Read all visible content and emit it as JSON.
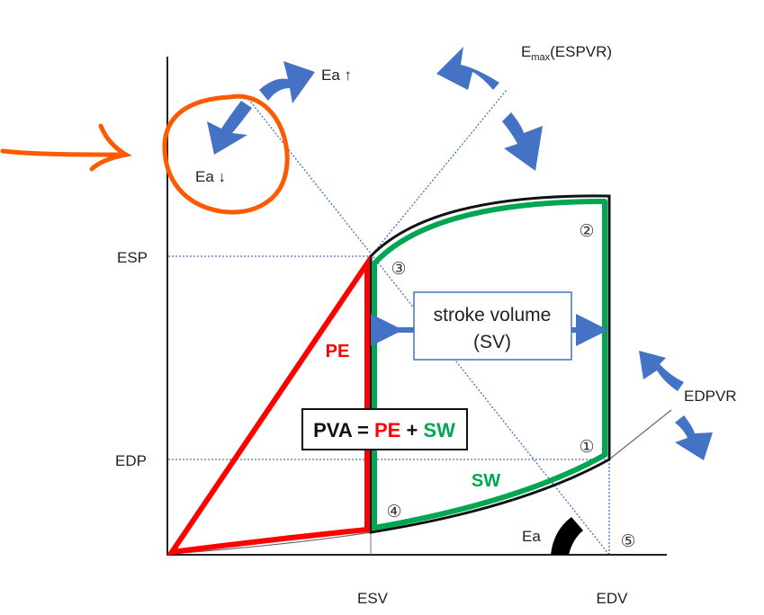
{
  "colors": {
    "loop": "#00a651",
    "pe": "#ff0000",
    "guide": "#4472c4",
    "arrow": "#4472c4",
    "annotation": "#ff5a00",
    "axis": "#222222"
  },
  "labels": {
    "esp": "ESP",
    "edp": "EDP",
    "esv": "ESV",
    "edv": "EDV",
    "ea_up": "Ea ↑",
    "ea_down": "Ea ↓",
    "ea": "Ea",
    "emax_main": "E",
    "emax_sub": "max",
    "emax_rest": "(ESPVR)",
    "edpvr": "EDPVR",
    "pe": "PE",
    "sw": "SW",
    "sv_line1": "stroke volume",
    "sv_line2": "(SV)",
    "pva_prefix": "PVA = ",
    "pva_pe": "PE",
    "pva_plus": " + ",
    "pva_sw": "SW",
    "n1": "①",
    "n2": "②",
    "n3": "③",
    "n4": "④",
    "n5": "⑤"
  },
  "annotation": {
    "icon": "hand-drawn-arrow-and-circle"
  }
}
